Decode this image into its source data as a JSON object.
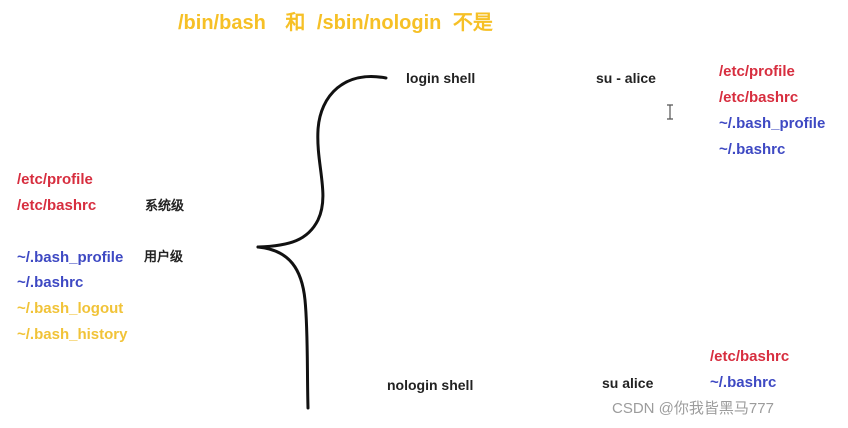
{
  "title": {
    "left": "/bin/bash",
    "connector": "和",
    "right": "/sbin/nologin",
    "suffix": "不是"
  },
  "system_level": {
    "files": [
      "/etc/profile",
      "/etc/bashrc"
    ],
    "label": "系统级"
  },
  "user_level": {
    "files": [
      "~/.bash_profile",
      "~/.bashrc",
      "~/.bash_logout",
      "~/.bash_history"
    ],
    "label": "用户级"
  },
  "login_shell": {
    "label": "login shell",
    "command": "su - alice",
    "files": [
      "/etc/profile",
      "/etc/bashrc",
      "~/.bash_profile",
      "~/.bashrc"
    ]
  },
  "nologin_shell": {
    "label": "nologin shell",
    "command": "su alice",
    "files": [
      "/etc/bashrc",
      "~/.bashrc"
    ]
  },
  "watermark": "CSDN @你我皆黑马777",
  "colors": {
    "title": "#f6c026",
    "system_file": "#d72e3f",
    "user_file": "#3e49c3",
    "user_extra_file": "#f1c338",
    "text": "#222222"
  }
}
